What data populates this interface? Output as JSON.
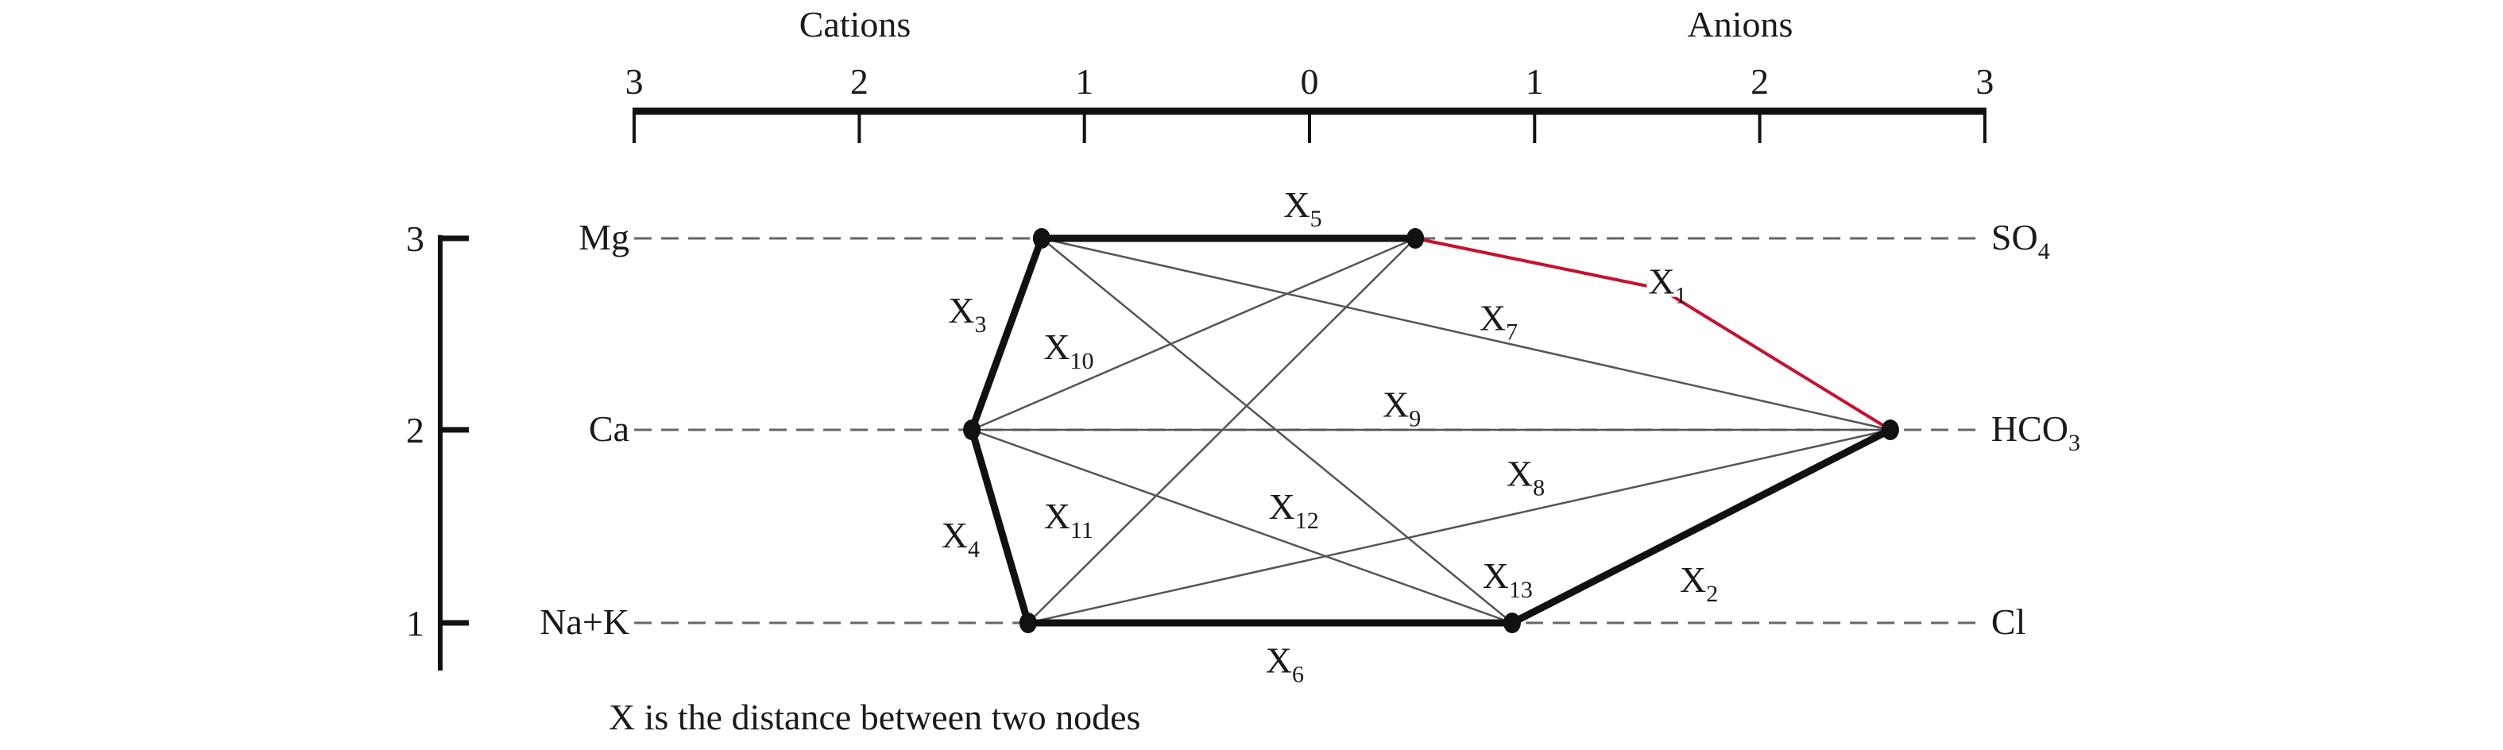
{
  "chart_data": {
    "type": "diagram",
    "title": "",
    "top_axis": {
      "left_title": "Cations",
      "right_title": "Anions",
      "ticks": [
        {
          "label": "3",
          "value": -3
        },
        {
          "label": "2",
          "value": -2
        },
        {
          "label": "1",
          "value": -1
        },
        {
          "label": "0",
          "value": 0
        },
        {
          "label": "1",
          "value": 1
        },
        {
          "label": "2",
          "value": 2
        },
        {
          "label": "3",
          "value": 3
        }
      ],
      "range": [
        -3,
        3
      ]
    },
    "left_axis": {
      "ticks": [
        {
          "label": "3",
          "level": 3
        },
        {
          "label": "2",
          "level": 2
        },
        {
          "label": "1",
          "level": 1
        }
      ]
    },
    "rows": [
      {
        "level": 3,
        "cation": "Mg",
        "anion": "SO",
        "anion_sub": "4"
      },
      {
        "level": 2,
        "cation": "Ca",
        "anion": "HCO",
        "anion_sub": "3"
      },
      {
        "level": 1,
        "cation": "Na+K",
        "anion": "Cl",
        "anion_sub": ""
      }
    ],
    "nodes": [
      {
        "id": "Mg",
        "side": "cation",
        "level": 3,
        "value": -1.19
      },
      {
        "id": "SO4",
        "side": "anion",
        "level": 3,
        "value": 0.47
      },
      {
        "id": "Ca",
        "side": "cation",
        "level": 2,
        "value": -1.5
      },
      {
        "id": "HCO3",
        "side": "anion",
        "level": 2,
        "value": 2.58
      },
      {
        "id": "NaK",
        "side": "cation",
        "level": 1,
        "value": -1.25
      },
      {
        "id": "Cl",
        "side": "anion",
        "level": 1,
        "value": 0.9
      }
    ],
    "edges": [
      {
        "name": "X",
        "sub": "1",
        "from": "SO4",
        "to": "HCO3",
        "style": "red",
        "bend": {
          "value": 1.55,
          "level": 2.74
        },
        "label_at": {
          "value": 1.59,
          "level": 2.77
        }
      },
      {
        "name": "X",
        "sub": "2",
        "from": "HCO3",
        "to": "Cl",
        "style": "bold",
        "label_at": {
          "value": 1.73,
          "level": 1.22
        }
      },
      {
        "name": "X",
        "sub": "3",
        "from": "Mg",
        "to": "Ca",
        "style": "bold",
        "label_at": {
          "value": -1.52,
          "level": 2.62
        }
      },
      {
        "name": "X",
        "sub": "4",
        "from": "Ca",
        "to": "NaK",
        "style": "bold",
        "label_at": {
          "value": -1.55,
          "level": 1.45
        }
      },
      {
        "name": "X",
        "sub": "5",
        "from": "Mg",
        "to": "SO4",
        "style": "bold",
        "label_at": {
          "value": -0.03,
          "level": 3.17
        }
      },
      {
        "name": "X",
        "sub": "6",
        "from": "NaK",
        "to": "Cl",
        "style": "bold",
        "label_at": {
          "value": -0.11,
          "level": 0.8
        }
      },
      {
        "name": "X",
        "sub": "7",
        "from": "Mg",
        "to": "HCO3",
        "style": "thin",
        "label_at": {
          "value": 0.84,
          "level": 2.58
        }
      },
      {
        "name": "X",
        "sub": "8",
        "from": "NaK",
        "to": "HCO3",
        "style": "thin",
        "label_at": {
          "value": 0.96,
          "level": 1.77
        }
      },
      {
        "name": "X",
        "sub": "9",
        "from": "Ca",
        "to": "HCO3",
        "style": "thin",
        "label_at": {
          "value": 0.41,
          "level": 2.13
        }
      },
      {
        "name": "X",
        "sub": "10",
        "from": "Ca",
        "to": "SO4",
        "style": "thin",
        "label_at": {
          "value": -1.07,
          "level": 2.43
        }
      },
      {
        "name": "X",
        "sub": "11",
        "from": "NaK",
        "to": "SO4",
        "style": "thin",
        "label_at": {
          "value": -1.07,
          "level": 1.55
        }
      },
      {
        "name": "X",
        "sub": "12",
        "from": "Ca",
        "to": "Cl",
        "style": "thin",
        "label_at": {
          "value": -0.07,
          "level": 1.6
        }
      },
      {
        "name": "X",
        "sub": "13",
        "from": "Mg",
        "to": "Cl",
        "style": "thin",
        "label_at": {
          "value": 0.88,
          "level": 1.24
        }
      }
    ],
    "annotation": "X is the distance between two nodes",
    "colors": {
      "bold": "#111111",
      "thin": "#555555",
      "red": "#c8102e",
      "dashed": "#666666"
    }
  }
}
